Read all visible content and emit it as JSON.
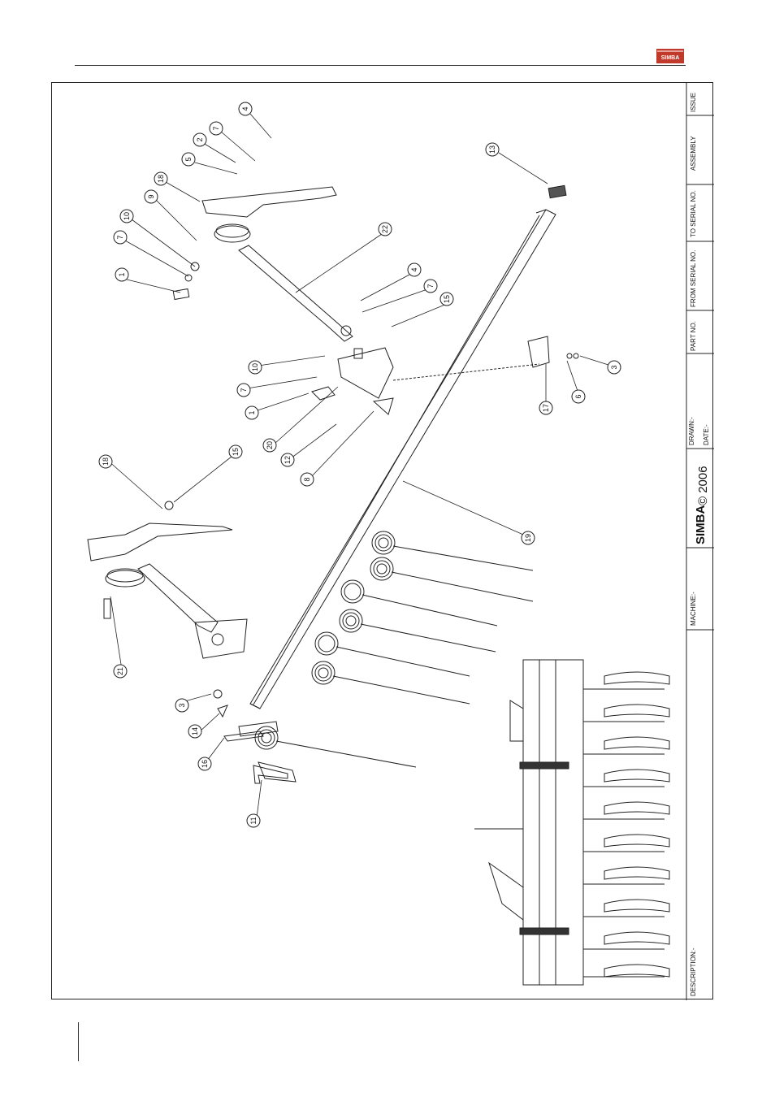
{
  "header": {
    "logo_text": "SIMBA"
  },
  "title_block": {
    "issue_label": "ISSUE",
    "assembly_label": "ASSEMBLY",
    "to_serial_label": "TO SERIAL NO.",
    "from_serial_label": "FROM SERIAL NO.",
    "part_no_label": "PART NO.",
    "drawn_label": "DRAWN:-",
    "date_label": "DATE:-",
    "brand": "SIMBA",
    "copyright": "© 2006",
    "machine_label": "MACHINE:-",
    "description_label": "DESCRIPTION:-"
  },
  "callouts": [
    "1",
    "2",
    "3",
    "4",
    "5",
    "6",
    "7",
    "8",
    "9",
    "10",
    "11",
    "12",
    "13",
    "14",
    "15",
    "16",
    "17",
    "18",
    "19",
    "20",
    "21",
    "22"
  ],
  "colors": {
    "line": "#222222",
    "logo_red": "#c0392b"
  }
}
